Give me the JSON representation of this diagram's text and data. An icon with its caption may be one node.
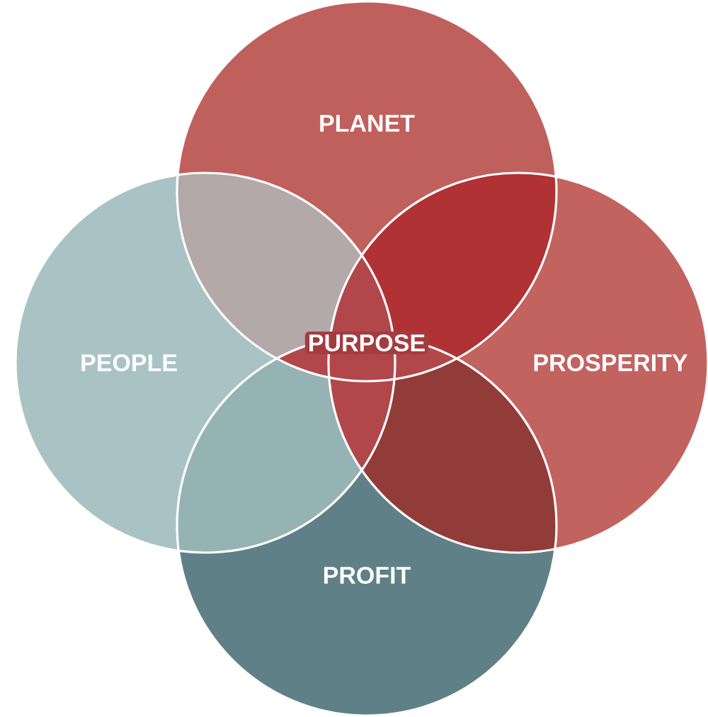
{
  "diagram": {
    "nodes": [
      {
        "text": [
          "PLANET"
        ]
      },
      {
        "text": [
          "PEOPLE"
        ]
      },
      {
        "text": [
          "PROSPERITY"
        ]
      },
      {
        "text": [
          "PROFIT"
        ]
      }
    ],
    "labels": [
      "PURPOSE"
    ]
  }
}
